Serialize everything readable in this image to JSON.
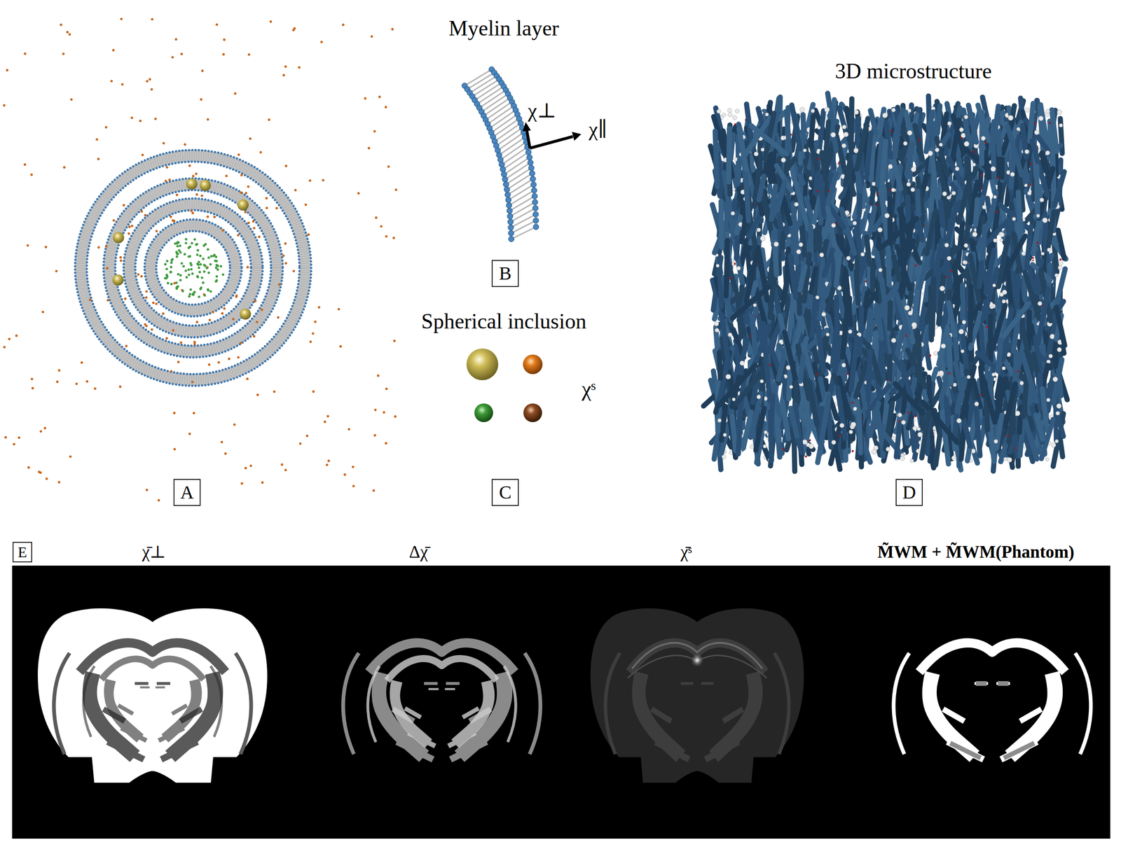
{
  "diagram": {
    "nodes": [
      {
        "text": [
          "A"
        ]
      },
      {
        "text": [
          "B"
        ]
      },
      {
        "text": [
          "C"
        ]
      },
      {
        "text": [
          "D"
        ]
      },
      {
        "text": [
          "E"
        ]
      }
    ],
    "labels": [
      "Myelin layer",
      "χ⊥",
      "χ∥",
      "3D microstructure",
      "Spherical inclusion",
      "χˢ",
      "χ̄⊥",
      "Δχ̄",
      "χ̄ˢ",
      "M̃WM + M̃WM(Phantom)"
    ]
  }
}
